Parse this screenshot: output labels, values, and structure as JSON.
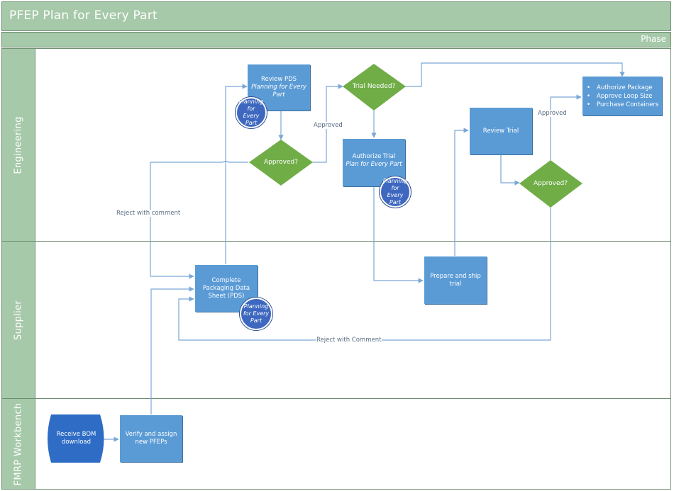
{
  "title": "PFEP Plan for Every Part",
  "phase_label": "Phase",
  "lanes": {
    "engineering": "Engineering",
    "supplier": "Supplier",
    "fmrp": "FMRP Workbench"
  },
  "nodes": {
    "review_pds": {
      "title": "Review PDS",
      "sub": "Planning for Every Part"
    },
    "review_pds_circle": "Planning for Every Part",
    "approved_1": "Approved?",
    "trial_needed": "Trial Needed?",
    "authorize_trial": {
      "title": "Authorize Trial",
      "sub": "Plan for Every Part"
    },
    "authorize_trial_circle": "Planning for Every Part",
    "review_trial": "Review Trial",
    "approved_2": "Approved?",
    "authorize_package": [
      "Authorize Package",
      "Approve Loop Size",
      "Purchase Containers"
    ],
    "complete_packaging": "Complete Packaging Data Sheet (PDS)",
    "complete_packaging_circle": "Planning for Every Part",
    "prepare_ship": "Prepare and ship trial",
    "receive_bom": "Receive BOM download",
    "verify_assign": "Verify and assign new PFEPs"
  },
  "edge_labels": {
    "approved_a": "Approved",
    "approved_b": "Approved",
    "reject_comment_1": "Reject with comment",
    "reject_comment_2": "Reject with Comment"
  },
  "colors": {
    "lane_header": "#a6c9a9",
    "process": "#5b9bd5",
    "decision": "#70ad47",
    "subprocess": "#3e68c0",
    "terminal": "#2e6cc5",
    "connector": "#7aa8d6"
  }
}
